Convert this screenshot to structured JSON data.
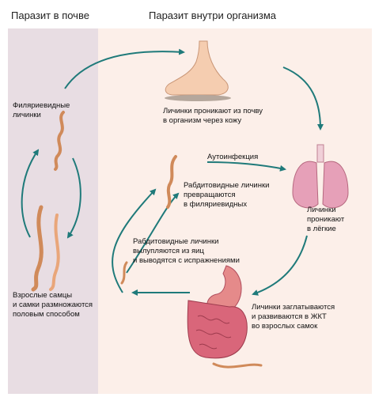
{
  "headers": {
    "soil": "Паразит в почве",
    "body": "Паразит внутри организма"
  },
  "labels": {
    "filariform": [
      "Филяриевидные",
      "личинки"
    ],
    "adults": [
      "Взрослые самцы",
      "и самки размножаются",
      "половым способом"
    ],
    "skin": [
      "Личинки проникают из почву",
      "в организм через кожу"
    ],
    "autoinfection": [
      "Аутоинфекция"
    ],
    "rhabditiform_transform": [
      "Рабдитовидные личинки",
      "превращаются",
      "в филяриевидных"
    ],
    "lungs": [
      "Личинки",
      "проникают",
      "в лёгкие"
    ],
    "rhabditiform_hatch": [
      "Рабдитовидные личинки",
      "вылупляются из яиц",
      "и выводятся с испражнениями"
    ],
    "gut": [
      "Личинки заглатываются",
      "и развиваются в ЖКТ",
      "во взрослых самок"
    ]
  },
  "colors": {
    "arrow": "#1f7a7a",
    "soil_bg": "#e8dde3",
    "body_bg": "#fcefe9",
    "worm": "#e9a67a",
    "lung": "#e6a0b8",
    "intestine": "#d9667a"
  }
}
